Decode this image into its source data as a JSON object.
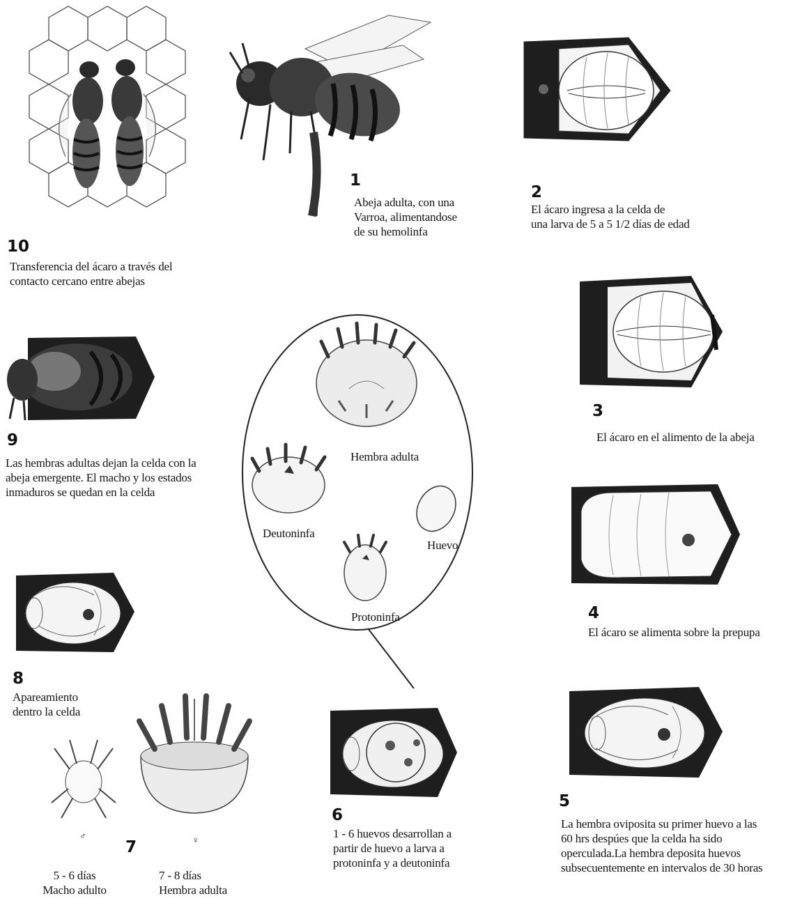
{
  "steps": [
    {
      "num": "1",
      "lines": [
        "Abeja adulta, con una",
        "Varroa, alimentandose",
        "de su hemolinfa"
      ]
    },
    {
      "num": "2",
      "lines": [
        "El ácaro ingresa a la celda de",
        "una larva de 5 a 5 1/2 días de edad"
      ]
    },
    {
      "num": "3",
      "lines": [
        "El ácaro en el alimento de la abeja"
      ]
    },
    {
      "num": "4",
      "lines": [
        "El ácaro se alimenta sobre la prepupa"
      ]
    },
    {
      "num": "5",
      "lines": [
        "La hembra oviposita su primer huevo a las",
        "60 hrs despúes que la celda ha sido",
        "operculada.La hembra deposita  huevos",
        "subsecuentemente  en intervalos de 30 horas"
      ]
    },
    {
      "num": "6",
      "lines": [
        "1 - 6 huevos desarrollan a",
        "partir de huevo a larva a",
        "protoninfa y a deutoninfa"
      ]
    },
    {
      "num": "7",
      "lines": []
    },
    {
      "num": "8",
      "lines": [
        "Apareamiento",
        "dentro la celda"
      ]
    },
    {
      "num": "9",
      "lines": [
        "Las hembras adultas dejan la celda con la",
        "abeja emergente. El macho y los estados",
        "inmaduros se quedan en la celda"
      ]
    },
    {
      "num": "10",
      "lines": [
        "Transferencia del ácaro a través del",
        "contacto cercano entre abejas"
      ]
    }
  ],
  "stage7": {
    "male": {
      "days": "5 - 6 días",
      "label": "Macho adulto",
      "symbol": "♂"
    },
    "female": {
      "days": "7 - 8 días",
      "label": "Hembra adulta",
      "symbol": "♀"
    }
  },
  "circle_labels": {
    "adult_female": "Hembra adulta",
    "deutonymph": "Deutoninfa",
    "egg": "Huevo",
    "protonymph": "Protoninfa"
  }
}
